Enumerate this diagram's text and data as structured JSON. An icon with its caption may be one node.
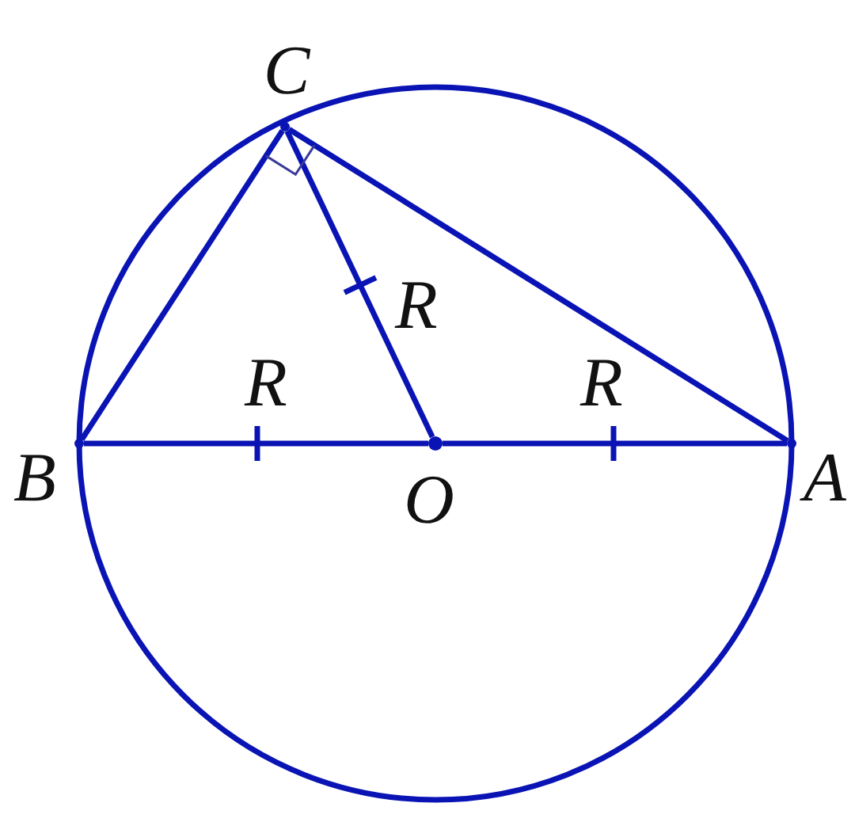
{
  "diagram": {
    "nodes": [
      {
        "text": [],
        "shape": "dot",
        "beside": [
          "C"
        ]
      },
      {
        "text": [],
        "shape": "dot",
        "beside": [
          "B"
        ]
      },
      {
        "text": [],
        "shape": "dot",
        "beside": [
          "O"
        ]
      },
      {
        "text": [],
        "shape": "dot",
        "beside": [
          "A"
        ]
      }
    ],
    "edges": [
      {
        "from": 1,
        "to": 2,
        "arrow": "none"
      },
      {
        "from": 2,
        "to": 3,
        "arrow": "none"
      },
      {
        "from": 1,
        "to": 0,
        "arrow": "none"
      },
      {
        "from": 0,
        "to": 3,
        "arrow": "none"
      },
      {
        "from": 0,
        "to": 2,
        "arrow": "none"
      }
    ],
    "labels": [
      "R",
      "R",
      "R"
    ]
  }
}
